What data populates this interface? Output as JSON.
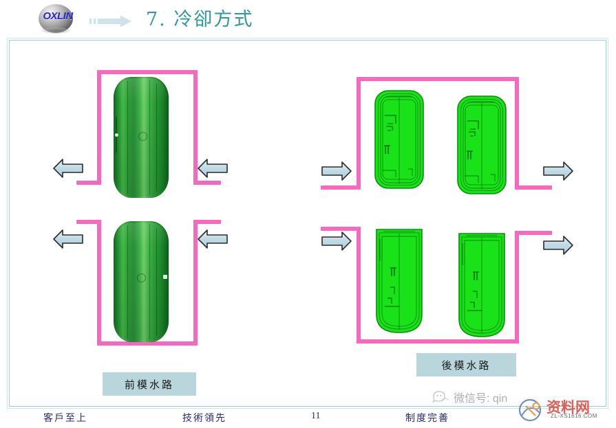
{
  "header": {
    "logo_text": "OXLIN",
    "logo_icon": "sphere-logo",
    "arrow_icon": "right-arrow-icon",
    "title": "7. 冷卻方式"
  },
  "colors": {
    "title_teal": "#2f9a93",
    "frame_border": "#9ecfcf",
    "pipe_pink": "#f768c0",
    "arrow_fill": "#bcd8e2",
    "arrow_stroke": "#2a2a2a",
    "part_green_solid": "#2e9c36",
    "part_green_wire": "#16e016",
    "caption_bg": "#b8d6dc",
    "footer_text": "#2a2a6e",
    "watermark_red": "#d5342a"
  },
  "diagram": {
    "left_caption": "前模水路",
    "right_caption": "後模水路",
    "arrows": [
      {
        "name": "front-top-outlet-arrow",
        "direction": "left"
      },
      {
        "name": "front-top-inlet-arrow",
        "direction": "left"
      },
      {
        "name": "front-bottom-outlet-arrow",
        "direction": "left"
      },
      {
        "name": "front-bottom-inlet-arrow",
        "direction": "left"
      },
      {
        "name": "rear-top-inlet-arrow",
        "direction": "right"
      },
      {
        "name": "rear-top-outlet-arrow",
        "direction": "right"
      },
      {
        "name": "rear-bottom-inlet-arrow",
        "direction": "right"
      },
      {
        "name": "rear-bottom-outlet-arrow",
        "direction": "right"
      }
    ],
    "parts": [
      {
        "name": "front-mold-part-top",
        "style": "solid-shaded-cover"
      },
      {
        "name": "front-mold-part-bottom",
        "style": "solid-shaded-cover"
      },
      {
        "name": "rear-mold-part-top-left",
        "style": "wireframe-cavity"
      },
      {
        "name": "rear-mold-part-top-right",
        "style": "wireframe-cavity"
      },
      {
        "name": "rear-mold-part-bottom-left",
        "style": "wireframe-cavity"
      },
      {
        "name": "rear-mold-part-bottom-right",
        "style": "wireframe-cavity"
      }
    ]
  },
  "footer": {
    "slogan_1": "客戶至上",
    "slogan_2": "技術領先",
    "page_number": "11",
    "slogan_3": "制度完善"
  },
  "watermarks": {
    "wechat_label": "微信号: qin",
    "brand_name": "资料网",
    "brand_url": "ZL-XS1616.COM"
  }
}
